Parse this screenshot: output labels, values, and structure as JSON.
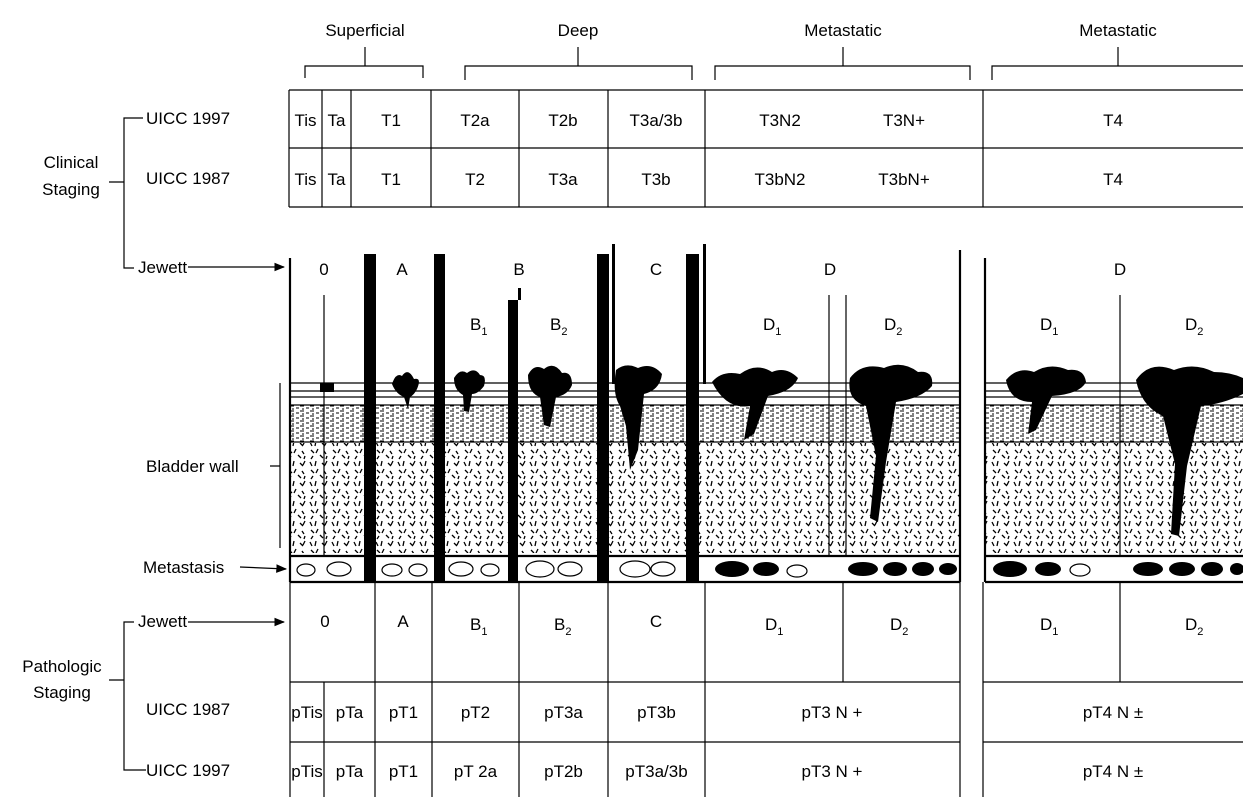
{
  "headers": [
    "Superficial",
    "Deep",
    "Metastatic",
    "Metastatic"
  ],
  "left_labels": {
    "uicc_1997_top": "UICC 1997",
    "uicc_1987_top": "UICC 1987",
    "clinical_staging": [
      "Clinical",
      "Staging"
    ],
    "jewett_top": "Jewett",
    "bladder_wall": "Bladder wall",
    "metastasis": "Metastasis",
    "jewett_bottom": "Jewett",
    "pathologic_staging": [
      "Pathologic",
      "Staging"
    ],
    "uicc_1987_bottom": "UICC 1987",
    "uicc_1997_bottom": "UICC 1997"
  },
  "clinical_uicc_1997": [
    "Tis",
    "Ta",
    "T1",
    "T2a",
    "T2b",
    "T3a/3b",
    "T3N2",
    "T3N+",
    "T4"
  ],
  "clinical_uicc_1987": [
    "Tis",
    "Ta",
    "T1",
    "T2",
    "T3a",
    "T3b",
    "T3bN2",
    "T3bN+",
    "T4"
  ],
  "jewett_illustration": {
    "top_labels": [
      "0",
      "A",
      "B",
      "C",
      "D",
      "D"
    ],
    "sub_labels": [
      {
        "main": "B",
        "sub": "1"
      },
      {
        "main": "B",
        "sub": "2"
      },
      {
        "main": "D",
        "sub": "1"
      },
      {
        "main": "D",
        "sub": "2"
      },
      {
        "main": "D",
        "sub": "1"
      },
      {
        "main": "D",
        "sub": "2"
      }
    ]
  },
  "pathologic_jewett": [
    {
      "main": "0",
      "sub": ""
    },
    {
      "main": "A",
      "sub": ""
    },
    {
      "main": "B",
      "sub": "1"
    },
    {
      "main": "B",
      "sub": "2"
    },
    {
      "main": "C",
      "sub": ""
    },
    {
      "main": "D",
      "sub": "1"
    },
    {
      "main": "D",
      "sub": "2"
    },
    {
      "main": "D",
      "sub": "1"
    },
    {
      "main": "D",
      "sub": "2"
    }
  ],
  "pathologic_uicc_1987": [
    "pTis",
    "pTa",
    "pT1",
    "pT2",
    "pT3a",
    "pT3b",
    "pT3 N +",
    "pT4 N ±"
  ],
  "pathologic_uicc_1997": [
    "pTis",
    "pTa",
    "pT1",
    "pT 2a",
    "pT2b",
    "pT3a/3b",
    "pT3 N +",
    "pT4 N ±"
  ]
}
